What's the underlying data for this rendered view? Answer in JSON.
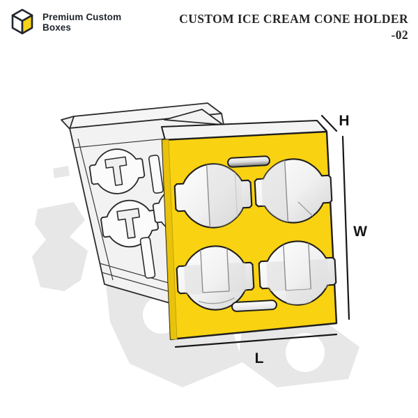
{
  "header": {
    "logo": {
      "line1": "Premium Custom",
      "line2": "Boxes"
    },
    "title_line1": "CUSTOM ICE CREAM CONE HOLDER",
    "title_line2": "-02"
  },
  "diagram": {
    "dimension_labels": {
      "height": "H",
      "width": "W",
      "length": "L"
    },
    "colors": {
      "box_yellow": "#F9D211",
      "box_yellow_shade": "#E9C20C",
      "outline": "#1E1E1E",
      "white_box": "#F2F2F2",
      "ghost_shadow": "#E7E7E7",
      "logo_dark": "#21262E",
      "logo_yellow": "#F6D319"
    }
  }
}
